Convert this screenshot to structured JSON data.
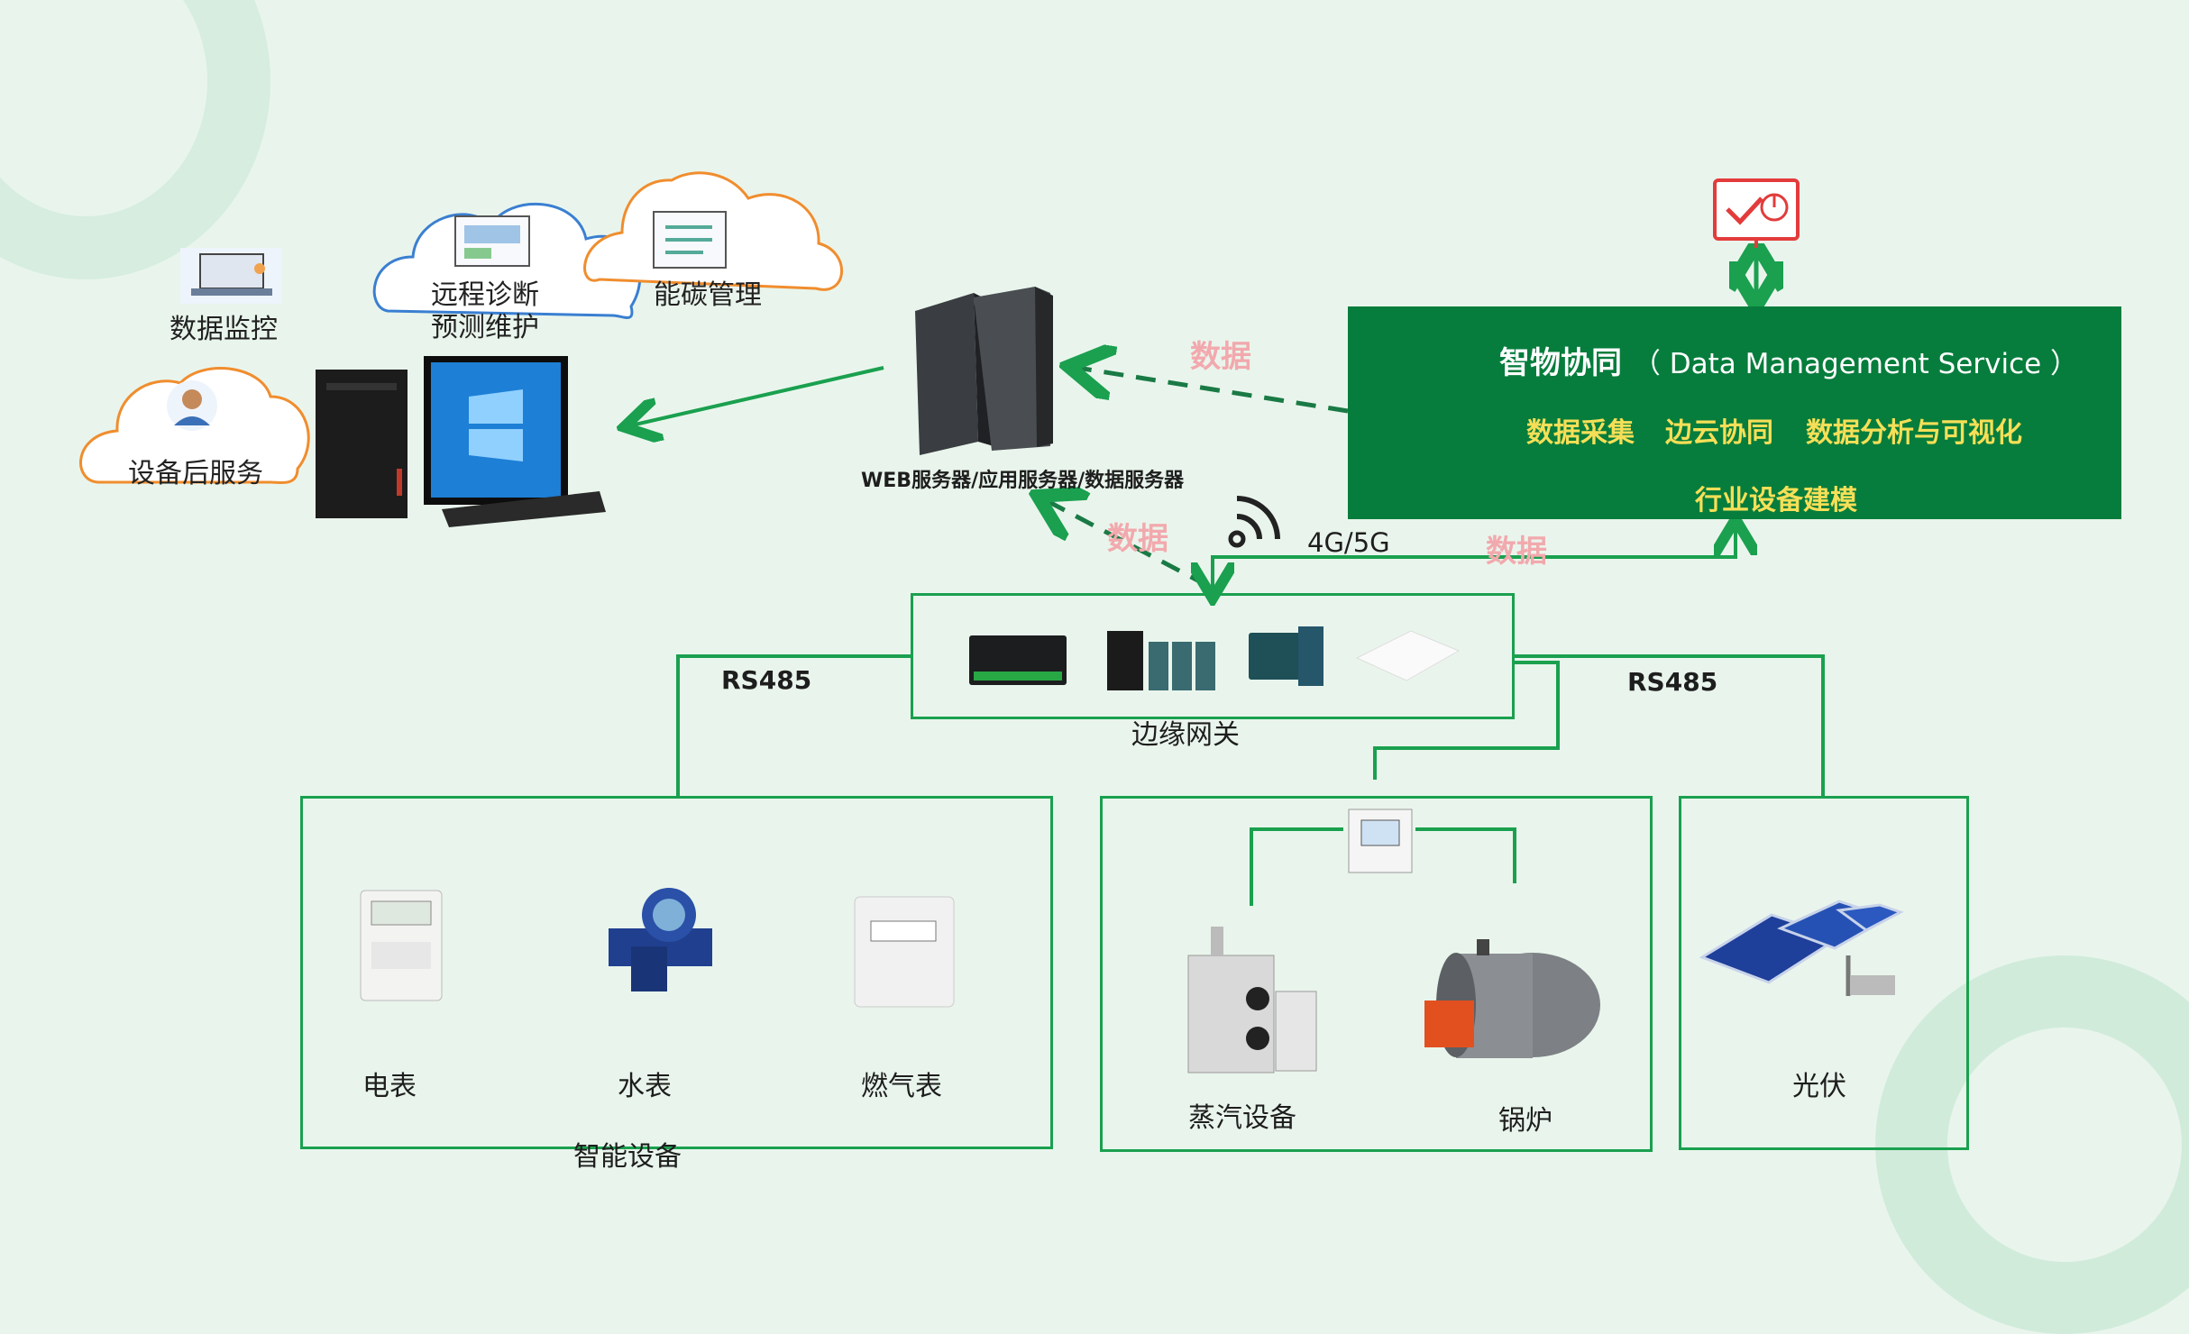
{
  "dms": {
    "title": "智物协同",
    "title_en": "（ Data Management Service ）",
    "features": [
      "数据采集",
      "边云协同",
      "数据分析与可视化"
    ],
    "modeling": "行业设备建模"
  },
  "flow": {
    "data_label_1": "数据",
    "data_label_2": "数据",
    "data_label_3": "数据",
    "network": "4G/5G",
    "protocol_left": "RS485",
    "protocol_right": "RS485"
  },
  "servers": {
    "label": "WEB服务器/应用服务器/数据服务器"
  },
  "services": {
    "monitor": "数据监控",
    "diagnosis_1": "远程诊断",
    "diagnosis_2": "预测维护",
    "energy": "能碳管理",
    "after_sales": "设备后服务"
  },
  "gateway": {
    "label": "边缘网关"
  },
  "smart_devices": {
    "group_label": "智能设备",
    "items": [
      "电表",
      "水表",
      "燃气表"
    ]
  },
  "thermal": {
    "items": [
      "蒸汽设备",
      "锅炉"
    ]
  },
  "solar": {
    "label": "光伏"
  },
  "colors": {
    "line": "#1aa04f",
    "box": "#067d3c",
    "highlight": "#f6df57",
    "data_text": "#f2a9ad",
    "accent": "#e33b3b"
  }
}
